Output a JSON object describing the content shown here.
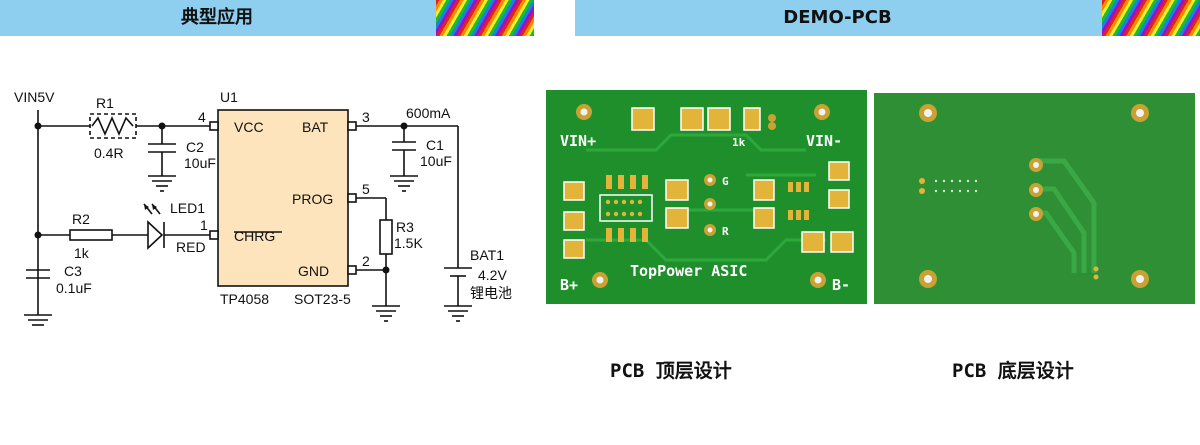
{
  "banners": {
    "left_title": "典型应用",
    "right_title": "DEMO-PCB"
  },
  "schematic": {
    "vin": "VIN5V",
    "r1_name": "R1",
    "r1_value": "0.4R",
    "c2_name": "C2",
    "c2_value": "10uF",
    "r2_name": "R2",
    "r2_value": "1k",
    "led_name": "LED1",
    "led_color": "RED",
    "c3_name": "C3",
    "c3_value": "0.1uF",
    "u1_name": "U1",
    "u1_part": "TP4058",
    "u1_package": "SOT23-5",
    "pin_vcc": "VCC",
    "pin_chrg": "CHRG",
    "pin_bat": "BAT",
    "pin_prog": "PROG",
    "pin_gnd": "GND",
    "pin_num_4": "4",
    "pin_num_1": "1",
    "pin_num_3": "3",
    "pin_num_5": "5",
    "pin_num_2": "2",
    "current": "600mA",
    "c1_name": "C1",
    "c1_value": "10uF",
    "r3_name": "R3",
    "r3_value": "1.5K",
    "bat_name": "BAT1",
    "bat_voltage": "4.2V",
    "bat_type": "锂电池"
  },
  "pcb_top": {
    "vin_plus": "VIN+",
    "vin_minus": "VIN-",
    "b_plus": "B+",
    "b_minus": "B-",
    "label_1k": "1k",
    "label_g": "G",
    "label_r": "R",
    "brand": "TopPower  ASIC"
  },
  "captions": {
    "top": "PCB 顶层设计",
    "bottom": "PCB 底层设计"
  },
  "colors": {
    "banner": "#8ecff0",
    "chip_fill": "#fde4bd",
    "pcb_green": "#1e8f2b",
    "pcb_bottom_green": "#2f8f35",
    "pad_gold": "#e3b43a"
  }
}
